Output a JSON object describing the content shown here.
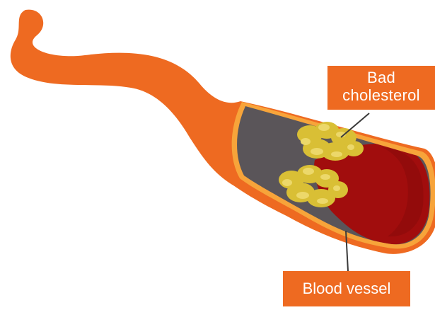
{
  "diagram": {
    "labels": {
      "bad_cholesterol": [
        "Bad",
        "cholesterol"
      ],
      "blood_vessel": "Blood vessel"
    },
    "colors": {
      "vessel_wall": "#ee6a21",
      "vessel_rim": "#f7a43a",
      "blood": "#a10d0d",
      "empty_lumen": "#5a5559",
      "plaque": "#d9bf35",
      "plaque_highlight": "#ecd86a",
      "label_background": "#ee6a21",
      "leader_line": "#3a3a3a"
    }
  }
}
